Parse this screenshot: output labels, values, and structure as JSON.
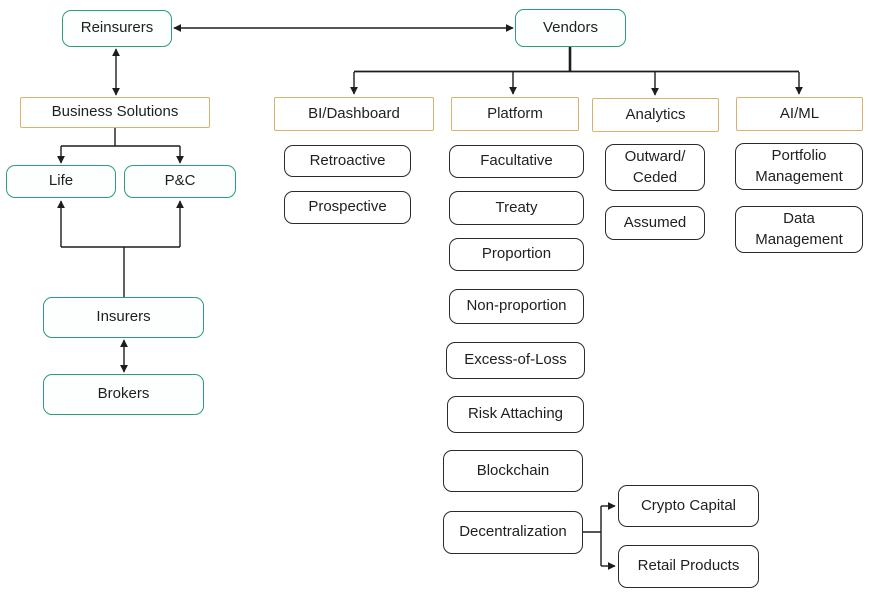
{
  "colors": {
    "green_border": "#2e9e79",
    "gold_border": "#d9b36a",
    "line_ink": "#1d1d1d",
    "background": "#ffffff"
  },
  "nodes": {
    "reinsurers": {
      "label": "Reinsurers"
    },
    "vendors": {
      "label": "Vendors"
    },
    "business_solutions": {
      "label": "Business Solutions"
    },
    "life": {
      "label": "Life"
    },
    "pc": {
      "label": "P&C"
    },
    "insurers": {
      "label": "Insurers"
    },
    "brokers": {
      "label": "Brokers"
    },
    "bi_dashboard": {
      "label": "BI/Dashboard"
    },
    "platform": {
      "label": "Platform"
    },
    "analytics": {
      "label": "Analytics"
    },
    "ai_ml": {
      "label": "AI/ML"
    },
    "retroactive": {
      "label": "Retroactive"
    },
    "prospective": {
      "label": "Prospective"
    },
    "facultative": {
      "label": "Facultative"
    },
    "treaty": {
      "label": "Treaty"
    },
    "proportion": {
      "label": "Proportion"
    },
    "non_proportion": {
      "label": "Non-proportion"
    },
    "excess_of_loss": {
      "label": "Excess-of-Loss"
    },
    "risk_attaching": {
      "label": "Risk Attaching"
    },
    "blockchain": {
      "label": "Blockchain"
    },
    "decentralization": {
      "label": "Decentralization"
    },
    "crypto_capital": {
      "label": "Crypto Capital"
    },
    "retail_products": {
      "label": "Retail Products"
    },
    "outward_ceded": {
      "label": "Outward/ Ceded"
    },
    "assumed": {
      "label": "Assumed"
    },
    "portfolio_management": {
      "label": "Portfolio Management"
    },
    "data_management": {
      "label": "Data Management"
    }
  },
  "edges": [
    {
      "from": "Reinsurers",
      "to": "Vendors",
      "arrows": "both"
    },
    {
      "from": "Reinsurers",
      "to": "Business Solutions",
      "arrows": "both"
    },
    {
      "from": "Business Solutions",
      "to": "Life",
      "arrows": "to"
    },
    {
      "from": "Business Solutions",
      "to": "P&C",
      "arrows": "to"
    },
    {
      "from": "Insurers",
      "to": "Life",
      "arrows": "to"
    },
    {
      "from": "Insurers",
      "to": "P&C",
      "arrows": "to"
    },
    {
      "from": "Insurers",
      "to": "Brokers",
      "arrows": "both"
    },
    {
      "from": "Vendors",
      "to": "BI/Dashboard",
      "arrows": "to"
    },
    {
      "from": "Vendors",
      "to": "Platform",
      "arrows": "to"
    },
    {
      "from": "Vendors",
      "to": "Analytics",
      "arrows": "to"
    },
    {
      "from": "Vendors",
      "to": "AI/ML",
      "arrows": "to"
    },
    {
      "from": "Decentralization",
      "to": "Crypto Capital",
      "arrows": "to"
    },
    {
      "from": "Decentralization",
      "to": "Retail Products",
      "arrows": "to"
    }
  ]
}
